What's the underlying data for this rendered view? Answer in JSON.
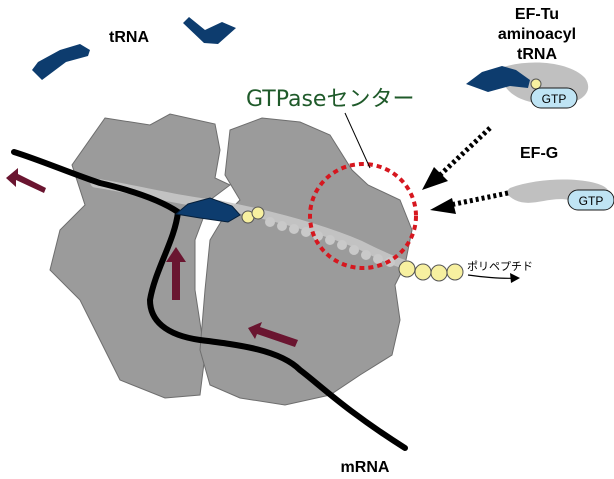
{
  "labels": {
    "trna": "tRNA",
    "ef_tu": "EF-Tu",
    "aminoacyl": "aminoacyl",
    "trna_small": "tRNA",
    "gtpase_center": "GTPaseセンター",
    "ef_g": "EF-G",
    "gtp_tu": "GTP",
    "gtp_g": "GTP",
    "polypeptide": "ポリペプチド",
    "mrna": "mRNA"
  },
  "colors": {
    "ribosome": "#9b9b9b",
    "trna": "#0d3c6e",
    "mrna": "#000000",
    "amino_acid": "#f7f0a0",
    "gtp_bubble": "#bfe4f4",
    "arrow": "#6a1530",
    "highlight_circle": "#d6171f",
    "green_label": "#1f5a2a",
    "ef_g_body": "#c0c0c0"
  },
  "icons": {
    "movement_arrow": "dark-red-arrow",
    "binding_arrow": "dotted-arrow"
  }
}
